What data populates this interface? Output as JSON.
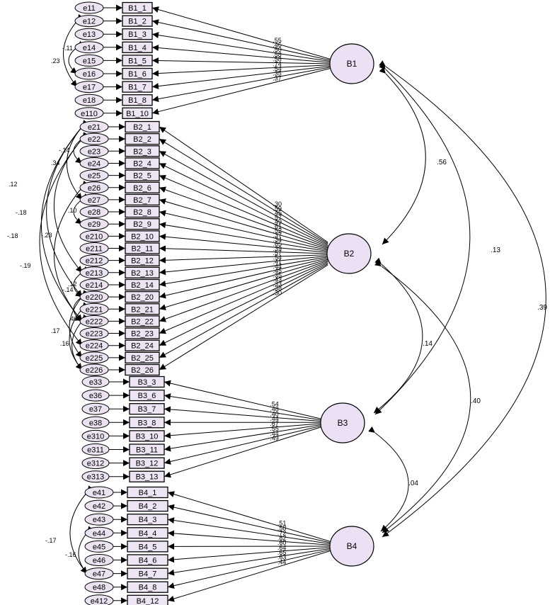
{
  "diagram": {
    "latents": [
      {
        "id": "B1",
        "label": "B1"
      },
      {
        "id": "B2",
        "label": "B2"
      },
      {
        "id": "B3",
        "label": "B3"
      },
      {
        "id": "B4",
        "label": "B4"
      }
    ],
    "groups": [
      {
        "latent": "B1",
        "items": [
          {
            "error": "e11",
            "indicator": "B1_1",
            "loading": ".55"
          },
          {
            "error": "e12",
            "indicator": "B1_2",
            "loading": ".46"
          },
          {
            "error": "e13",
            "indicator": "B1_3",
            "loading": ".50"
          },
          {
            "error": "e14",
            "indicator": "B1_4",
            "loading": ".58"
          },
          {
            "error": "e15",
            "indicator": "B1_5",
            "loading": ".58"
          },
          {
            "error": "e16",
            "indicator": "B1_6",
            "loading": ".74"
          },
          {
            "error": "e17",
            "indicator": "B1_7",
            "loading": ".54"
          },
          {
            "error": "e18",
            "indicator": "B1_8",
            "loading": ".35"
          },
          {
            "error": "e110",
            "indicator": "B1_10",
            "loading": ".37"
          }
        ]
      },
      {
        "latent": "B2",
        "items": [
          {
            "error": "e21",
            "indicator": "B2_1",
            "loading": ".30"
          },
          {
            "error": "e22",
            "indicator": "B2_2",
            "loading": ".59"
          },
          {
            "error": "e23",
            "indicator": "B2_3",
            "loading": ".45"
          },
          {
            "error": "e24",
            "indicator": "B2_4",
            "loading": ".57"
          },
          {
            "error": "e25",
            "indicator": "B2_5",
            "loading": ".49"
          },
          {
            "error": "e26",
            "indicator": "B2_6",
            "loading": ".61"
          },
          {
            "error": "e27",
            "indicator": "B2_7",
            "loading": ".52"
          },
          {
            "error": "e28",
            "indicator": "B2_8",
            "loading": ".37"
          },
          {
            "error": "e29",
            "indicator": "B2_9",
            "loading": ".34"
          },
          {
            "error": "e210",
            "indicator": "B2_10",
            "loading": ".65"
          },
          {
            "error": "e211",
            "indicator": "B2_11",
            "loading": ".39"
          },
          {
            "error": "e212",
            "indicator": "B2_12",
            "loading": ".57"
          },
          {
            "error": "e213",
            "indicator": "B2_13",
            "loading": ".54"
          },
          {
            "error": "e214",
            "indicator": "B2_14",
            "loading": ".41"
          },
          {
            "error": "e220",
            "indicator": "B2_20",
            "loading": ".44"
          },
          {
            "error": "e221",
            "indicator": "B2_21",
            "loading": ".45"
          },
          {
            "error": "e222",
            "indicator": "B2_22",
            "loading": ".35"
          },
          {
            "error": "e223",
            "indicator": "B2_23",
            "loading": ".43"
          },
          {
            "error": "e224",
            "indicator": "B2_24",
            "loading": ".33"
          },
          {
            "error": "e225",
            "indicator": "B2_25",
            "loading": ".38"
          },
          {
            "error": "e226",
            "indicator": "B2_26",
            "loading": ".30"
          }
        ]
      },
      {
        "latent": "B3",
        "items": [
          {
            "error": "e33",
            "indicator": "B3_3",
            "loading": ".54"
          },
          {
            "error": "e36",
            "indicator": "B3_6",
            "loading": ".48"
          },
          {
            "error": "e37",
            "indicator": "B3_7",
            "loading": ".40"
          },
          {
            "error": "e38",
            "indicator": "B3_8",
            "loading": ".44"
          },
          {
            "error": "e310",
            "indicator": "B3_10",
            "loading": ".67"
          },
          {
            "error": "e311",
            "indicator": "B3_11",
            "loading": ".55"
          },
          {
            "error": "e312",
            "indicator": "B3_12",
            "loading": ".44"
          },
          {
            "error": "e313",
            "indicator": "B3_13",
            "loading": ".49"
          }
        ]
      },
      {
        "latent": "B4",
        "items": [
          {
            "error": "e41",
            "indicator": "B4_1",
            "loading": ".51"
          },
          {
            "error": "e42",
            "indicator": "B4_2",
            "loading": ".58"
          },
          {
            "error": "e43",
            "indicator": "B4_3",
            "loading": ".72"
          },
          {
            "error": "e44",
            "indicator": "B4_4",
            "loading": ".82"
          },
          {
            "error": "e45",
            "indicator": "B4_5",
            "loading": ".60"
          },
          {
            "error": "e46",
            "indicator": "B4_6",
            "loading": ".64"
          },
          {
            "error": "e47",
            "indicator": "B4_7",
            "loading": ".65"
          },
          {
            "error": "e48",
            "indicator": "B4_8",
            "loading": ".63"
          },
          {
            "error": "e412",
            "indicator": "B4_12",
            "loading": ".44"
          }
        ]
      }
    ],
    "factor_correlations": [
      {
        "from": "B1",
        "to": "B2",
        "value": ".56"
      },
      {
        "from": "B1",
        "to": "B3",
        "value": ".13"
      },
      {
        "from": "B1",
        "to": "B4",
        "value": ".39"
      },
      {
        "from": "B2",
        "to": "B3",
        "value": ".14"
      },
      {
        "from": "B2",
        "to": "B4",
        "value": ".40"
      },
      {
        "from": "B3",
        "to": "B4",
        "value": ".04"
      }
    ],
    "error_covariances": [
      {
        "from": "e14",
        "to": "e16",
        "value": "-.11"
      },
      {
        "from": "e12",
        "to": "e17",
        "value": ".23"
      },
      {
        "from": "e22",
        "to": "e24",
        "value": "-.14"
      },
      {
        "from": "e21",
        "to": "e27",
        "value": ".34"
      },
      {
        "from": "e27",
        "to": "e29",
        "value": ".10"
      },
      {
        "from": "e22",
        "to": "e213",
        "value": ".12"
      },
      {
        "from": "e21",
        "to": "e220",
        "value": "-.18"
      },
      {
        "from": "e21",
        "to": "e222",
        "value": "-.18"
      },
      {
        "from": "e26",
        "to": "e222",
        "value": "-.23"
      },
      {
        "from": "e22",
        "to": "e224",
        "value": "-.19"
      },
      {
        "from": "e213",
        "to": "e220",
        "value": ".12"
      },
      {
        "from": "e220",
        "to": "e222",
        "value": "-.14"
      },
      {
        "from": "e220",
        "to": "e225",
        "value": ".40"
      },
      {
        "from": "e221",
        "to": "e226",
        "value": ".17"
      },
      {
        "from": "e222",
        "to": "e226",
        "value": ".16"
      },
      {
        "from": "e41",
        "to": "e47",
        "value": "-.17"
      },
      {
        "from": "e44",
        "to": "e47",
        "value": "-.16"
      }
    ]
  }
}
